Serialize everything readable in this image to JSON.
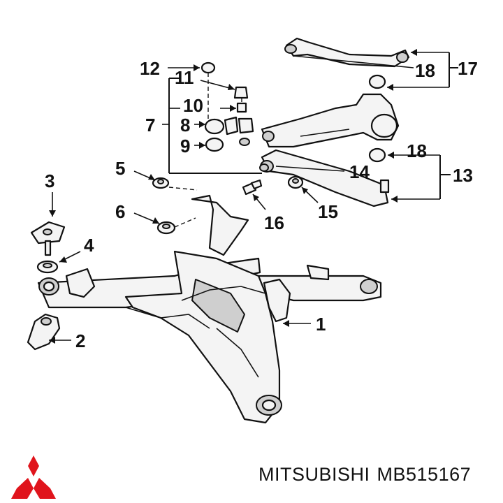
{
  "callouts": {
    "c1": "1",
    "c2": "2",
    "c3": "3",
    "c4": "4",
    "c5": "5",
    "c6": "6",
    "c7": "7",
    "c8": "8",
    "c9": "9",
    "c10": "10",
    "c11": "11",
    "c12": "12",
    "c13": "13",
    "c14": "14",
    "c15": "15",
    "c16": "16",
    "c17": "17",
    "c18a": "18",
    "c18b": "18"
  },
  "footer": {
    "brand": "MITSUBISHI",
    "part_number": "MB515167"
  },
  "colors": {
    "logo": "#e0141c",
    "ink": "#111111"
  },
  "icons": {
    "logo": "mitsubishi-three-diamond-logo"
  }
}
